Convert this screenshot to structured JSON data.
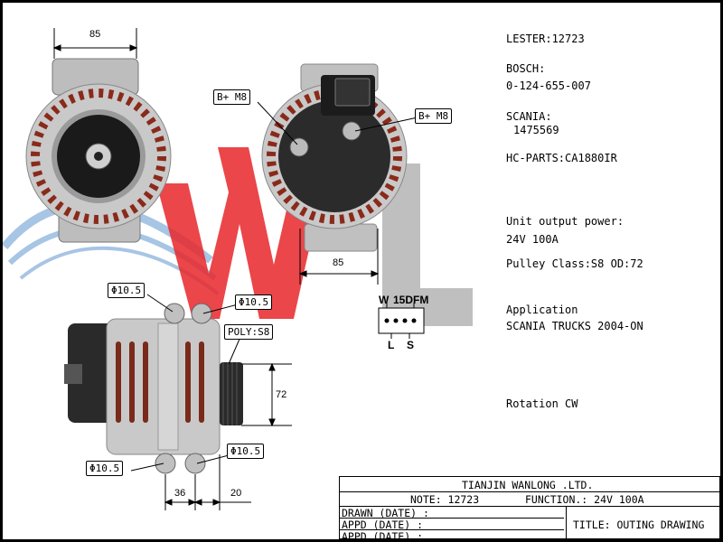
{
  "specs": {
    "lester": "LESTER:12723",
    "bosch_label": "BOSCH:",
    "bosch_number": "0-124-655-007",
    "scania_label": "SCANIA:",
    "scania_number": "1475569",
    "hc_parts": "HC-PARTS:CA1880IR",
    "output_label": "Unit  output  power:",
    "output_value": "24V  100A",
    "pulley": "Pulley Class:S8  OD:72",
    "application_label": "Application",
    "application_value": "SCANIA TRUCKS 2004-ON",
    "rotation": "Rotation CW"
  },
  "dimensions": {
    "front_width": "85",
    "rear_width": "85",
    "pulley_od": "72",
    "bottom_left": "36",
    "bottom_right": "20"
  },
  "labels": {
    "terminal_left": "B+  M8",
    "terminal_right": "B+  M8",
    "hole_top_left": "Φ10.5",
    "hole_top_right": "Φ10.5",
    "hole_bottom_left": "Φ10.5",
    "hole_bottom_right": "Φ10.5",
    "poly": "POLY:S8"
  },
  "connector": {
    "top_left": "W",
    "top_right": "15DFM",
    "bottom_left": "L",
    "bottom_right": "S"
  },
  "watermark": "WL",
  "title_block": {
    "company": "TIANJIN WANLONG .LTD.",
    "note": "NOTE: 12723",
    "function": "FUNCTION.: 24V  100A",
    "drawn": "DRAWN  (DATE)  :",
    "appd1": "APPD  (DATE) :",
    "appd2": "APPD  (DATE) :",
    "title": "TITLE: OUTING DRAWING"
  },
  "colors": {
    "watermark_red": "#e8262a",
    "watermark_grey": "#b4b4b4",
    "swoosh_blue": "#3b7ec4",
    "metal": "#c9c9c9",
    "copper": "#8a2a1a"
  }
}
